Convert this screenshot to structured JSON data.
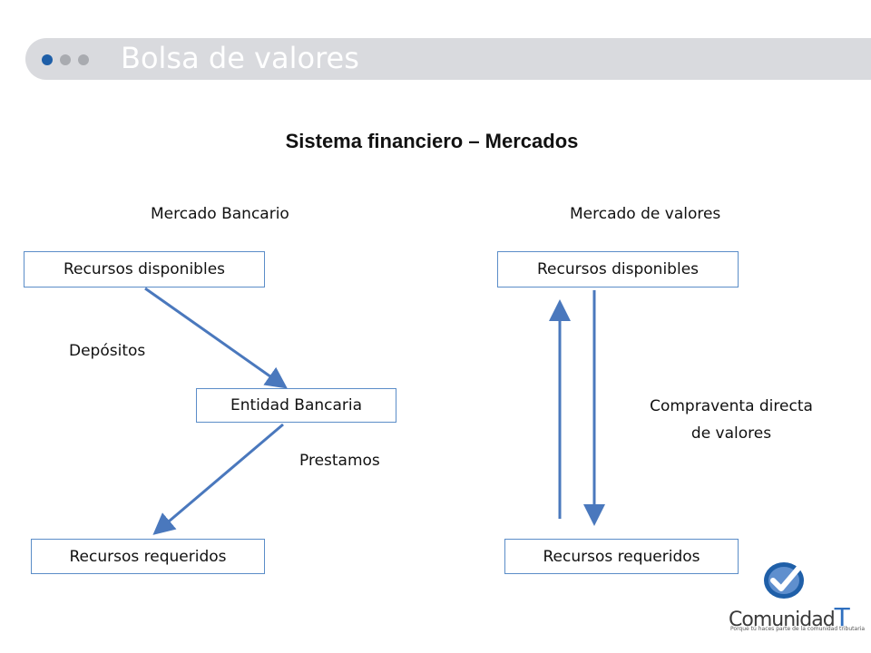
{
  "header": {
    "title": "Bolsa de valores"
  },
  "diagram": {
    "title": "Sistema financiero – Mercados",
    "banking": {
      "heading": "Mercado Bancario",
      "top_box": "Recursos disponibles",
      "middle_box": "Entidad Bancaria",
      "bottom_box": "Recursos requeridos",
      "edge_down": "Depósitos",
      "edge_out": "Prestamos"
    },
    "securities": {
      "heading": "Mercado de valores",
      "top_box": "Recursos disponibles",
      "bottom_box": "Recursos requeridos",
      "edge_line1": "Compraventa directa",
      "edge_line2": "de valores"
    }
  },
  "logo": {
    "name_main": "Comunidad",
    "name_accent": "T",
    "tagline": "Porque tú haces parte de la comunidad tributaria"
  },
  "colors": {
    "accent": "#1f5fa8",
    "arrow": "#4a78bd",
    "box_border": "#5b8dc8",
    "header_bar": "#d9dade"
  }
}
